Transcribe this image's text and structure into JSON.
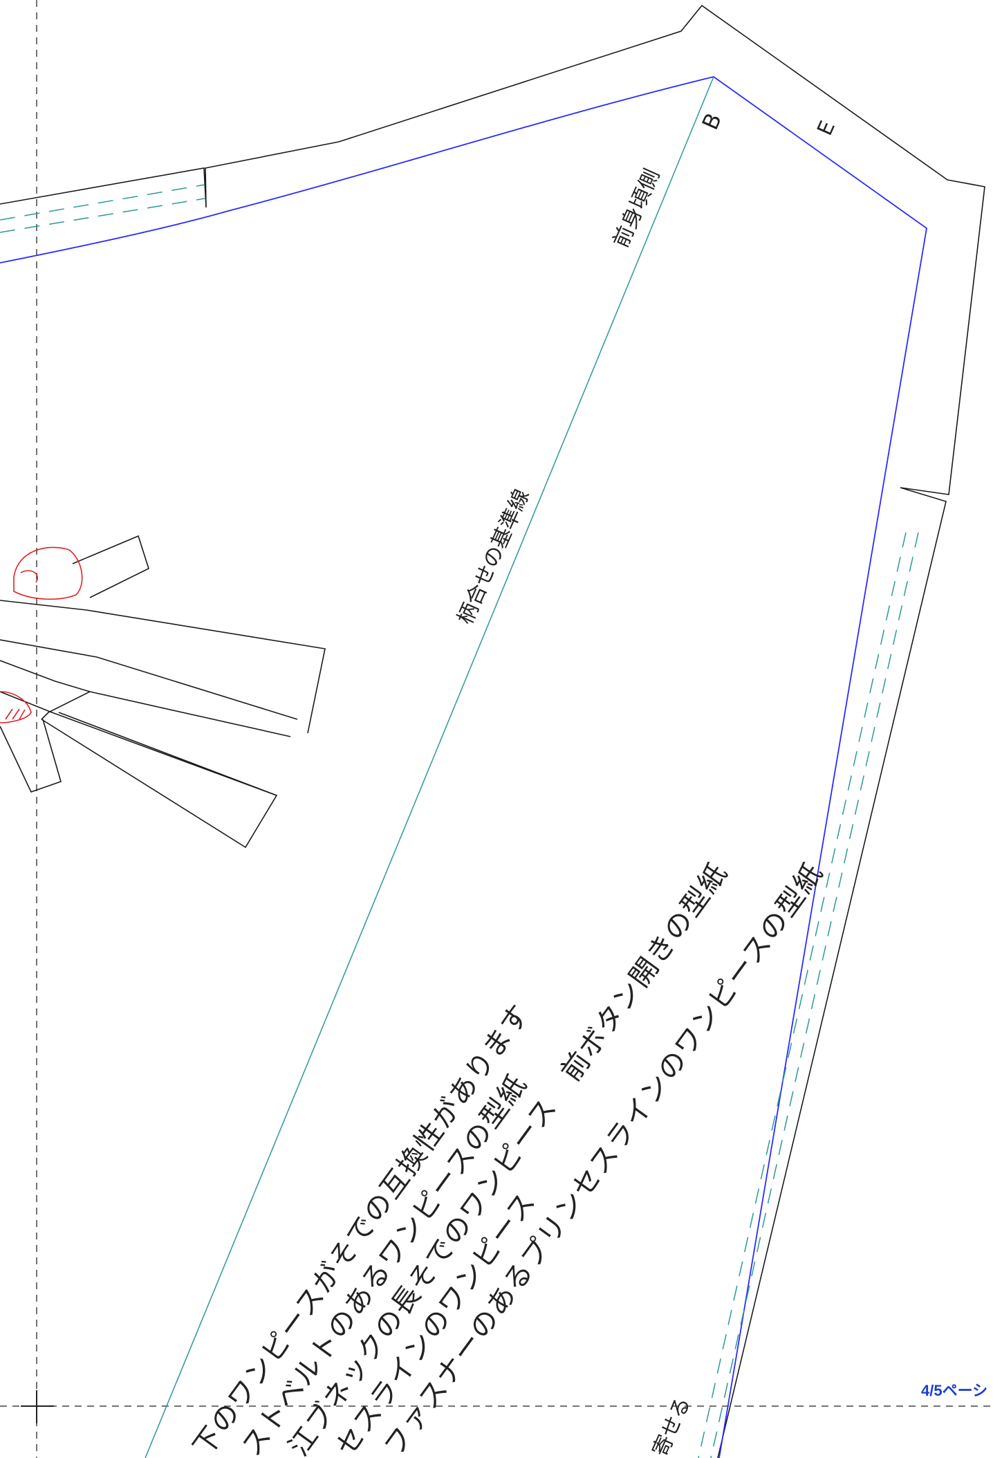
{
  "colors": {
    "outline": "#1a1a1a",
    "seam": "#2a2aff",
    "grain": "#2a9a96",
    "mark": "#ff33cc",
    "hand": "#e02020",
    "page": "#1a3fd0"
  },
  "labels": {
    "neck_side": "前身頃側",
    "grain_line": "柄合せの基準線",
    "gather": "寄せる",
    "mark_b": "B",
    "mark_e": "E",
    "page": "4/5ペーシ"
  },
  "notes": [
    "下のワンピースがそでの互換性があります",
    "ストベルトのあるワンピースの型紙",
    "江ブネックの長そでのワンピース　前ボタン開きの型紙",
    "セスラインのワンピース",
    "ファスナーのあるプリンセスラインのワンピースの型紙"
  ]
}
